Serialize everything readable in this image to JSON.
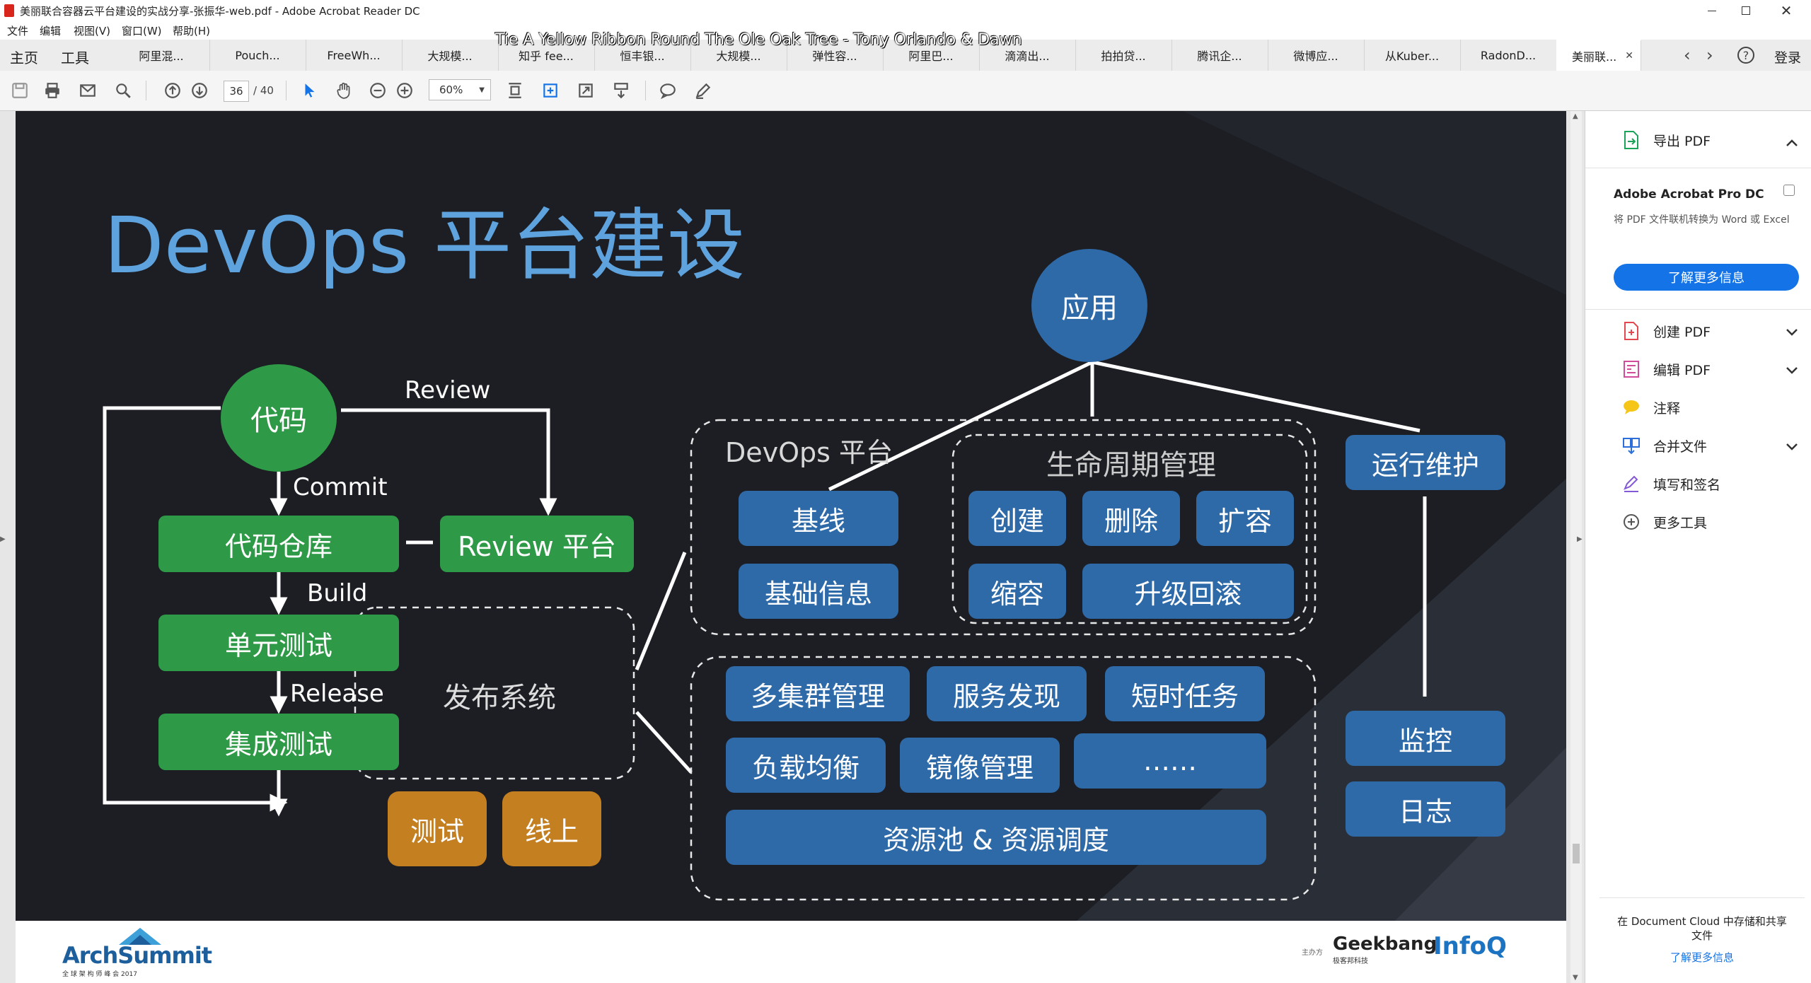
{
  "window": {
    "title": "美丽联合容器云平台建设的实战分享-张振华-web.pdf - Adobe Acrobat Reader DC",
    "overlay_song": "Tie A Yellow Ribbon Round The Ole Oak Tree - Tony Orlando & Dawn"
  },
  "menu": [
    "文件",
    "编辑",
    "视图(V)",
    "窗口(W)",
    "帮助(H)"
  ],
  "tabs": {
    "home": "主页",
    "tools": "工具",
    "docs": [
      "阿里混...",
      "Pouch...",
      "FreeWh...",
      "大规模...",
      "知乎 fee...",
      "恒丰银...",
      "大规模...",
      "弹性容...",
      "阿里巴...",
      "滴滴出...",
      "拍拍贷...",
      "腾讯企...",
      "微博应...",
      "从Kuber...",
      "RadonD...",
      "美丽联..."
    ],
    "login": "登录"
  },
  "toolbar": {
    "page_current": "36",
    "page_total": "/ 40",
    "zoom": "60%"
  },
  "slide": {
    "title": "DevOps 平台建设",
    "left": {
      "code": "代码",
      "review_label": "Review",
      "commit_label": "Commit",
      "repo": "代码仓库",
      "review_platform": "Review 平台",
      "build_label": "Build",
      "unit_test": "单元测试",
      "release_label": "Release",
      "integration_test": "集成测试",
      "release_system": "发布系统",
      "env_test": "测试",
      "env_online": "线上"
    },
    "right": {
      "app": "应用",
      "devops_platform": "DevOps 平台",
      "lifecycle": "生命周期管理",
      "baseline": "基线",
      "basic_info": "基础信息",
      "create": "创建",
      "delete": "删除",
      "expand": "扩容",
      "shrink": "缩容",
      "upgrade_rollback": "升级回滚",
      "ops": "运行维护",
      "monitor": "监控",
      "log": "日志",
      "multi_cluster": "多集群管理",
      "service_discovery": "服务发现",
      "short_task": "短时任务",
      "load_balance": "负载均衡",
      "image_mgmt": "镜像管理",
      "more": "……",
      "resource_pool": "资源池 & 资源调度"
    },
    "footer": {
      "archsummit": "ArchSummit",
      "archsummit_sub": "全 球 架 构 师 峰 会 2017",
      "sponsor_label": "主办方",
      "geekbang": "Geekbang",
      "geekbang_sub": "极客邦科技",
      "infoq": "InfoQ"
    }
  },
  "right_panel": {
    "export_pdf": "导出 PDF",
    "promo_title": "Adobe Acrobat Pro DC",
    "promo_desc": "将 PDF 文件联机转换为 Word 或 Excel",
    "promo_button": "了解更多信息",
    "items": [
      "创建 PDF",
      "编辑 PDF",
      "注释",
      "合并文件",
      "填写和签名",
      "更多工具"
    ],
    "cloud_text": "在 Document Cloud 中存储和共享文件",
    "cloud_link": "了解更多信息"
  },
  "colors": {
    "slide_bg": "#1c1e24",
    "green": "#2e9a47",
    "blue": "#2f6aa8",
    "orange": "#c47f20",
    "title_blue": "#5ea3de",
    "acrobat_blue": "#1473e6"
  }
}
